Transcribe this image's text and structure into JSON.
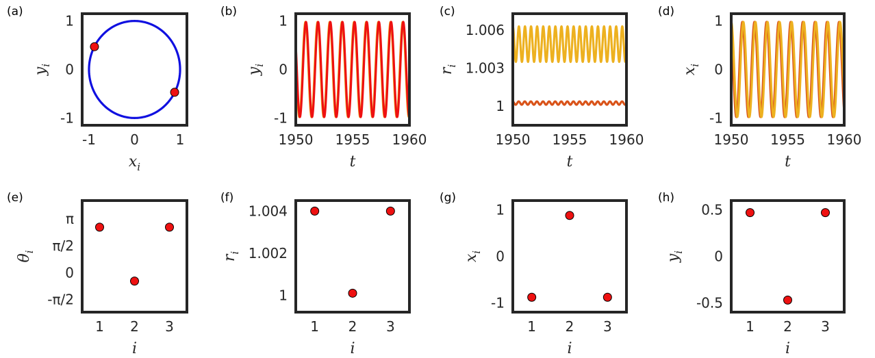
{
  "colors": {
    "circle": "#1010e0",
    "red": "#ee1111",
    "gold": "#edb120",
    "orange": "#d95319",
    "marker": "#ee1111",
    "frame": "#262626"
  },
  "chart_data": [
    {
      "id": "a",
      "panel_label": "(a)",
      "type": "line",
      "xlabel": "x",
      "xlabel_sub": "i",
      "ylabel": "y",
      "ylabel_sub": "i",
      "xlim": [
        -1.15,
        1.15
      ],
      "ylim": [
        -1.15,
        1.15
      ],
      "xticks": [
        {
          "v": -1,
          "label": "-1"
        },
        {
          "v": 0,
          "label": "0"
        },
        {
          "v": 1,
          "label": "1"
        }
      ],
      "yticks": [
        {
          "v": -1,
          "label": "-1"
        },
        {
          "v": 0,
          "label": "0"
        },
        {
          "v": 1,
          "label": "1"
        }
      ],
      "series": [
        {
          "kind": "circle",
          "radius": 1,
          "color": "#1010e0"
        }
      ],
      "points": [
        {
          "x": -0.88,
          "y": 0.47
        },
        {
          "x": 0.88,
          "y": -0.47
        }
      ]
    },
    {
      "id": "b",
      "panel_label": "(b)",
      "type": "line",
      "xlabel": "t",
      "xlabel_sub": "",
      "ylabel": "y",
      "ylabel_sub": "i",
      "xlim": [
        1950,
        1960
      ],
      "ylim": [
        -1.15,
        1.15
      ],
      "xticks": [
        {
          "v": 1950,
          "label": "1950"
        },
        {
          "v": 1955,
          "label": "1955"
        },
        {
          "v": 1960,
          "label": "1960"
        }
      ],
      "yticks": [
        {
          "v": -1,
          "label": "-1"
        },
        {
          "v": 0,
          "label": "0"
        },
        {
          "v": 1,
          "label": "1"
        }
      ],
      "series": [
        {
          "kind": "sine",
          "amplitude": 0.98,
          "offset": 0,
          "period": 1.07,
          "phase": 1.27,
          "color": "#edb120"
        },
        {
          "kind": "sine",
          "amplitude": 0.98,
          "offset": 0,
          "period": 1.07,
          "phase": 1.03,
          "color": "#ee1111"
        }
      ]
    },
    {
      "id": "c",
      "panel_label": "(c)",
      "type": "line",
      "xlabel": "t",
      "xlabel_sub": "",
      "ylabel": "r",
      "ylabel_sub": "i",
      "xlim": [
        1950,
        1960
      ],
      "ylim": [
        0.9985,
        1.0073
      ],
      "xticks": [
        {
          "v": 1950,
          "label": "1950"
        },
        {
          "v": 1955,
          "label": "1955"
        },
        {
          "v": 1960,
          "label": "1960"
        }
      ],
      "yticks": [
        {
          "v": 1,
          "label": "1"
        },
        {
          "v": 1.003,
          "label": "1.003"
        },
        {
          "v": 1.006,
          "label": "1.006"
        }
      ],
      "series": [
        {
          "kind": "sine",
          "amplitude": 0.0014,
          "offset": 1.0049,
          "period": 0.535,
          "phase": 0.0,
          "color": "#edb120"
        },
        {
          "kind": "sine",
          "amplitude": 0.00013,
          "offset": 1.00025,
          "period": 0.535,
          "phase": 0.2,
          "color": "#d95319"
        }
      ]
    },
    {
      "id": "d",
      "panel_label": "(d)",
      "type": "line",
      "xlabel": "t",
      "xlabel_sub": "",
      "ylabel": "x",
      "ylabel_sub": "i",
      "xlim": [
        1950,
        1960
      ],
      "ylim": [
        -1.15,
        1.15
      ],
      "xticks": [
        {
          "v": 1950,
          "label": "1950"
        },
        {
          "v": 1955,
          "label": "1955"
        },
        {
          "v": 1960,
          "label": "1960"
        }
      ],
      "yticks": [
        {
          "v": -1,
          "label": "-1"
        },
        {
          "v": 0,
          "label": "0"
        },
        {
          "v": 1,
          "label": "1"
        }
      ],
      "series": [
        {
          "kind": "sine",
          "amplitude": 0.98,
          "offset": 0,
          "period": 1.07,
          "phase": 0.48,
          "color": "#d95319"
        },
        {
          "kind": "sine",
          "amplitude": 0.98,
          "offset": 0,
          "period": 1.07,
          "phase": 0.0,
          "color": "#edb120"
        }
      ]
    },
    {
      "id": "e",
      "panel_label": "(e)",
      "type": "scatter",
      "xlabel": "i",
      "xlabel_sub": "",
      "ylabel": "θ",
      "ylabel_sub": "i",
      "xlim": [
        0.5,
        3.5
      ],
      "ylim": [
        -2.3,
        4.2
      ],
      "xticks": [
        {
          "v": 1,
          "label": "1"
        },
        {
          "v": 2,
          "label": "2"
        },
        {
          "v": 3,
          "label": "3"
        }
      ],
      "yticks": [
        {
          "v": -1.5708,
          "label": "-π/2"
        },
        {
          "v": 0,
          "label": "0"
        },
        {
          "v": 1.5708,
          "label": "π/2"
        },
        {
          "v": 3.1416,
          "label": "π"
        }
      ],
      "points": [
        {
          "x": 1,
          "y": 2.65
        },
        {
          "x": 2,
          "y": -0.49
        },
        {
          "x": 3,
          "y": 2.65
        }
      ]
    },
    {
      "id": "f",
      "panel_label": "(f)",
      "type": "scatter",
      "xlabel": "i",
      "xlabel_sub": "",
      "ylabel": "r",
      "ylabel_sub": "i",
      "xlim": [
        0.5,
        3.5
      ],
      "ylim": [
        0.9992,
        1.0045
      ],
      "xticks": [
        {
          "v": 1,
          "label": "1"
        },
        {
          "v": 2,
          "label": "2"
        },
        {
          "v": 3,
          "label": "3"
        }
      ],
      "yticks": [
        {
          "v": 1,
          "label": "1"
        },
        {
          "v": 1.002,
          "label": "1.002"
        },
        {
          "v": 1.004,
          "label": "1.004"
        }
      ],
      "points": [
        {
          "x": 1,
          "y": 1.004
        },
        {
          "x": 2,
          "y": 1.0001
        },
        {
          "x": 3,
          "y": 1.004
        }
      ]
    },
    {
      "id": "g",
      "panel_label": "(g)",
      "type": "scatter",
      "xlabel": "i",
      "xlabel_sub": "",
      "ylabel": "x",
      "ylabel_sub": "i",
      "xlim": [
        0.5,
        3.5
      ],
      "ylim": [
        -1.2,
        1.2
      ],
      "xticks": [
        {
          "v": 1,
          "label": "1"
        },
        {
          "v": 2,
          "label": "2"
        },
        {
          "v": 3,
          "label": "3"
        }
      ],
      "yticks": [
        {
          "v": -1,
          "label": "-1"
        },
        {
          "v": 0,
          "label": "0"
        },
        {
          "v": 1,
          "label": "1"
        }
      ],
      "points": [
        {
          "x": 1,
          "y": -0.88
        },
        {
          "x": 2,
          "y": 0.88
        },
        {
          "x": 3,
          "y": -0.88
        }
      ]
    },
    {
      "id": "h",
      "panel_label": "(h)",
      "type": "scatter",
      "xlabel": "i",
      "xlabel_sub": "",
      "ylabel": "y",
      "ylabel_sub": "i",
      "xlim": [
        0.5,
        3.5
      ],
      "ylim": [
        -0.6,
        0.6
      ],
      "xticks": [
        {
          "v": 1,
          "label": "1"
        },
        {
          "v": 2,
          "label": "2"
        },
        {
          "v": 3,
          "label": "3"
        }
      ],
      "yticks": [
        {
          "v": -0.5,
          "label": "-0.5"
        },
        {
          "v": 0,
          "label": "0"
        },
        {
          "v": 0.5,
          "label": "0.5"
        }
      ],
      "points": [
        {
          "x": 1,
          "y": 0.47
        },
        {
          "x": 2,
          "y": -0.47
        },
        {
          "x": 3,
          "y": 0.47
        }
      ]
    }
  ]
}
